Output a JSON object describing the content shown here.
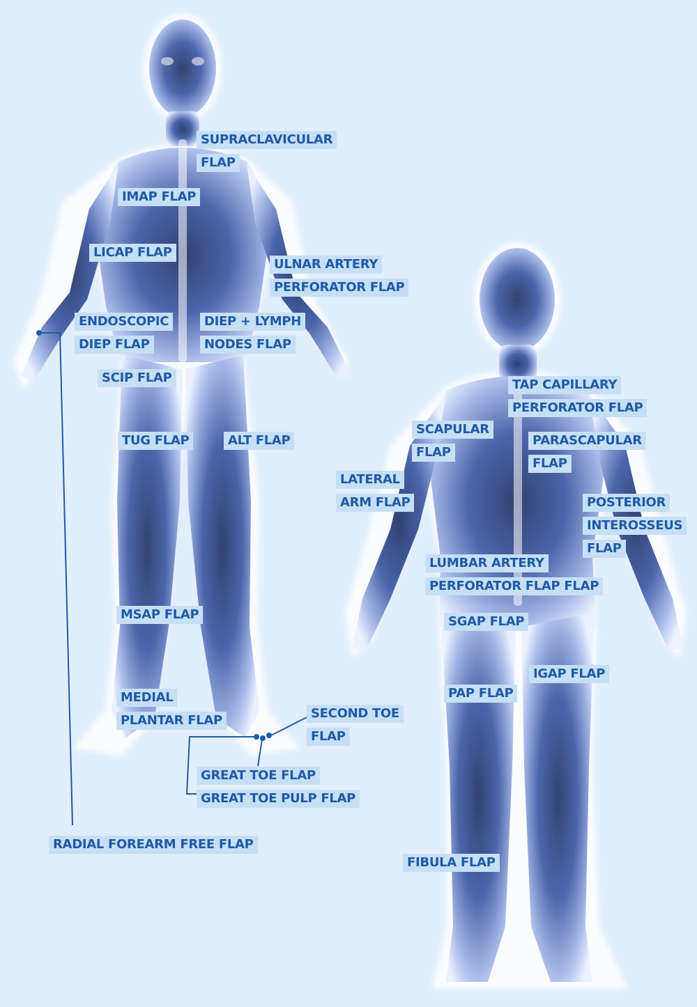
{
  "colors": {
    "background": "#e1eefb",
    "label_bg": "#c6dff5",
    "label_text": "#1f5aa6",
    "leader_line": "#1f5aa6",
    "body_glow": "#ffffff",
    "body_dark": "#1c2f63"
  },
  "labels": {
    "supraclavicular": [
      "SUPRACLAVICULAR",
      "FLAP"
    ],
    "imap": [
      "IMAP FLAP"
    ],
    "licap": [
      "LICAP FLAP"
    ],
    "ulnar": [
      "ULNAR ARTERY",
      "PERFORATOR FLAP"
    ],
    "endoscopic_diep": [
      "ENDOSCOPIC",
      "DIEP FLAP"
    ],
    "diep_lymph": [
      "DIEP + LYMPH",
      "NODES FLAP"
    ],
    "scip": [
      "SCIP FLAP"
    ],
    "tug": [
      "TUG FLAP"
    ],
    "alt": [
      "ALT FLAP"
    ],
    "msap": [
      "MSAP FLAP"
    ],
    "medial_plantar": [
      "MEDIAL",
      "PLANTAR FLAP"
    ],
    "second_toe": [
      "SECOND TOE",
      "FLAP"
    ],
    "great_toe": [
      "GREAT TOE FLAP",
      "GREAT TOE PULP FLAP"
    ],
    "radial_forearm": [
      "RADIAL FOREARM FREE FLAP"
    ],
    "tap": [
      "TAP CAPILLARY",
      "PERFORATOR FLAP"
    ],
    "scapular": [
      "SCAPULAR",
      "FLAP"
    ],
    "parascapular": [
      "PARASCAPULAR",
      "FLAP"
    ],
    "lateral_arm": [
      "LATERAL",
      "ARM FLAP"
    ],
    "posterior_interosseus": [
      "POSTERIOR",
      "INTEROSSEUS",
      "FLAP"
    ],
    "lumbar": [
      "LUMBAR ARTERY",
      "PERFORATOR FLAP FLAP"
    ],
    "sgap": [
      "SGAP FLAP"
    ],
    "igap": [
      "IGAP FLAP"
    ],
    "pap": [
      "PAP FLAP"
    ],
    "fibula": [
      "FIBULA FLAP"
    ]
  }
}
